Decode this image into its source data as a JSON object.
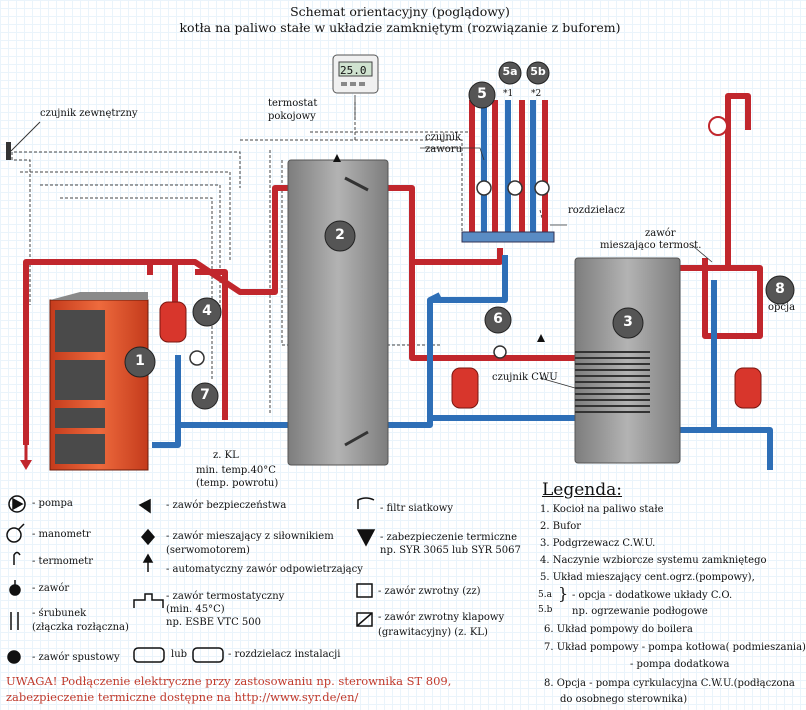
{
  "title": {
    "line1": "Schemat orientacyjny (poglądowy)",
    "line2": "kotła na paliwo stałe w układzie zamkniętym (rozwiązanie z buforem)"
  },
  "diagram_labels": {
    "outdoor_sensor": "czujnik zewnętrzny",
    "room_thermostat_1": "termostat",
    "room_thermostat_2": "pokojowy",
    "thermostat_display": "25.0",
    "valve_sensor_1": "czujnik",
    "valve_sensor_2": "zaworu",
    "distributor": "rozdzielacz",
    "mixing_thermostatic_1": "zawór",
    "mixing_thermostatic_2": "mieszająco termost.",
    "dhw_sensor": "czujnik CWU",
    "option": "opcja",
    "zkl": "z. KL",
    "return_min_1": "min. temp.40°C",
    "return_min_2": "(temp. powrotu)",
    "star1": "*1",
    "star2": "*2",
    "tag_5": "5",
    "tag_5a": "5a",
    "tag_5b": "5b"
  },
  "components": {
    "n1": "1",
    "n2": "2",
    "n3": "3",
    "n4": "4",
    "n5": "5",
    "n6": "6",
    "n7": "7",
    "n8": "8"
  },
  "symbols": {
    "pompa": "- pompa",
    "manometr": "- manometr",
    "termometr": "- termometr",
    "zawor": "- zawór",
    "srubunek_1": "- śrubunek",
    "srubunek_2": "(złączka rozłączna)",
    "spustowy": "- zawór spustowy",
    "bezpieczenstwa": "- zawór bezpieczeństwa",
    "mieszajacy_1": "- zawór mieszający z siłownikiem",
    "mieszajacy_2": "(serwomotorem)",
    "odpowietrzajacy": "- automatyczny zawór odpowietrzający",
    "termostatyczny_1": "- zawór termostatyczny",
    "termostatyczny_2": "(min. 45°C)",
    "termostatyczny_3": "np. ESBE VTC 500",
    "lub": "lub",
    "rozdzielacz": "- rozdzielacz instalacji",
    "filtr": "- filtr siatkowy",
    "zab_termiczne_1": "- zabezpieczenie termiczne",
    "zab_termiczne_2": "np. SYR 3065 lub SYR 5067",
    "zwrotny": "- zawór zwrotny (zz)",
    "klapowy_1": "- zawór zwrotny klapowy",
    "klapowy_2": "(grawitacyjny) (z. KL)"
  },
  "legend": {
    "title": "Legenda:",
    "items": [
      "1. Kocioł na paliwo stałe",
      "2. Bufor",
      "3. Podgrzewacz C.W.U.",
      "4. Naczynie wzbiorcze systemu zamkniętego",
      "5. Układ mieszający cent.ogrz.(pompowy),",
      "- opcja - dodatkowe układy C.O.",
      "np. ogrzewanie podłogowe",
      "6. Układ pompowy do boilera",
      "7. Układ pompowy - pompa kotłowa( podmieszania)",
      "- pompa dodatkowa",
      "8. Opcja - pompa cyrkulacyjna C.W.U.(podłączona",
      "do osobnego sterownika)"
    ],
    "sub_a": "5.a",
    "sub_b": "5.b"
  },
  "warning": {
    "line1": "UWAGA! Podłączenie elektryczne przy zastosowaniu np. sterownika ST 809,",
    "line2": "zabezpieczenie termiczne dostępne na http://www.syr.de/en/"
  },
  "colors": {
    "hot_pipe": "#c1272d",
    "cold_pipe": "#2e6fb7",
    "boiler": "#e2542d",
    "tank": "#9c9c9c",
    "vessel": "#d8362c",
    "badge": "#555555",
    "warning": "#c0392b"
  }
}
